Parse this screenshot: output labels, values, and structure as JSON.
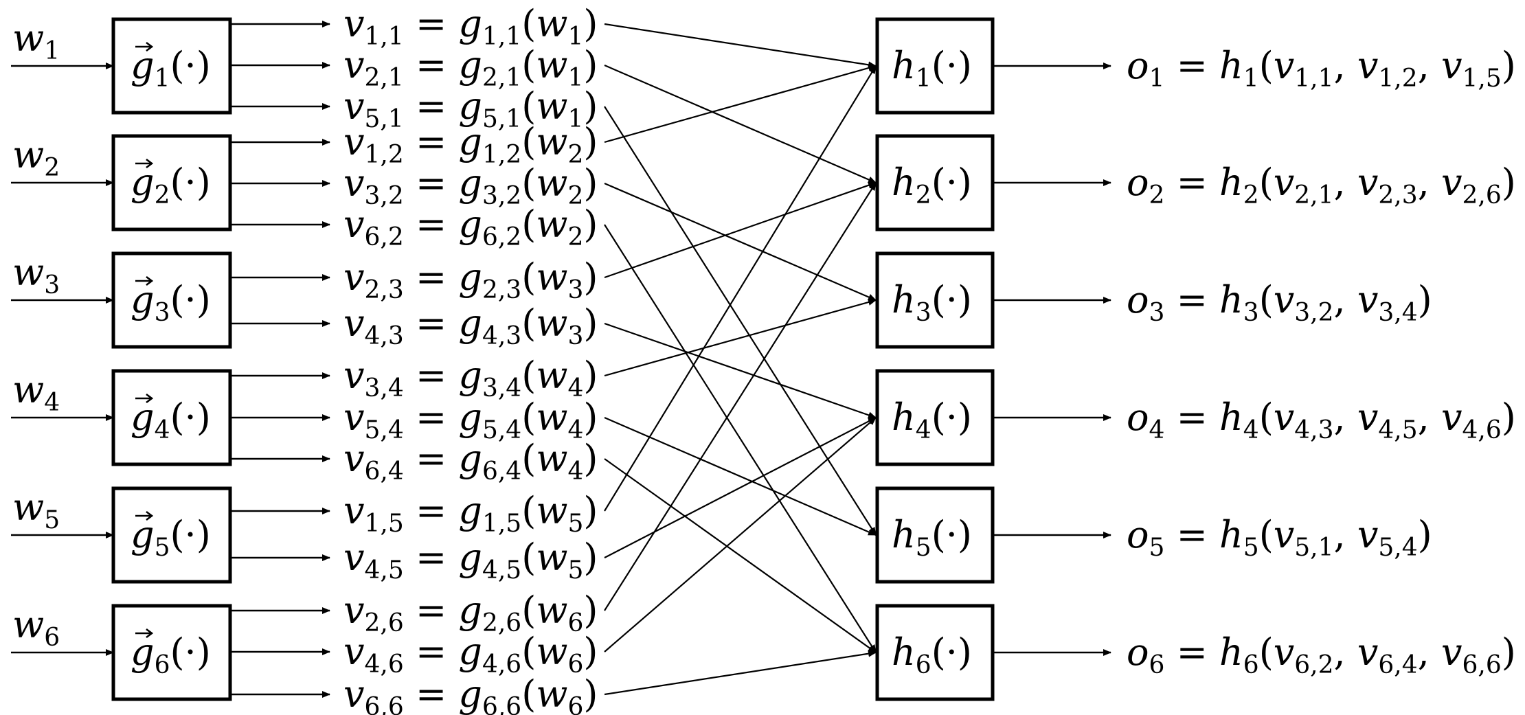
{
  "inputs": [
    {
      "sym": "w",
      "sub": "1"
    },
    {
      "sym": "w",
      "sub": "2"
    },
    {
      "sym": "w",
      "sub": "3"
    },
    {
      "sym": "w",
      "sub": "4"
    },
    {
      "sym": "w",
      "sub": "5"
    },
    {
      "sym": "w",
      "sub": "6"
    }
  ],
  "g_boxes": [
    {
      "sym": "g",
      "sub": "1",
      "arg": "(·)"
    },
    {
      "sym": "g",
      "sub": "2",
      "arg": "(·)"
    },
    {
      "sym": "g",
      "sub": "3",
      "arg": "(·)"
    },
    {
      "sym": "g",
      "sub": "4",
      "arg": "(·)"
    },
    {
      "sym": "g",
      "sub": "5",
      "arg": "(·)"
    },
    {
      "sym": "g",
      "sub": "6",
      "arg": "(·)"
    }
  ],
  "messages": [
    {
      "v_sub": "1,1",
      "g_sub": "1,1",
      "w_sub": "1",
      "src": 0,
      "dst": 0
    },
    {
      "v_sub": "2,1",
      "g_sub": "2,1",
      "w_sub": "1",
      "src": 0,
      "dst": 1
    },
    {
      "v_sub": "5,1",
      "g_sub": "5,1",
      "w_sub": "1",
      "src": 0,
      "dst": 4
    },
    {
      "v_sub": "1,2",
      "g_sub": "1,2",
      "w_sub": "2",
      "src": 1,
      "dst": 0
    },
    {
      "v_sub": "3,2",
      "g_sub": "3,2",
      "w_sub": "2",
      "src": 1,
      "dst": 2
    },
    {
      "v_sub": "6,2",
      "g_sub": "6,2",
      "w_sub": "2",
      "src": 1,
      "dst": 5
    },
    {
      "v_sub": "2,3",
      "g_sub": "2,3",
      "w_sub": "3",
      "src": 2,
      "dst": 1
    },
    {
      "v_sub": "4,3",
      "g_sub": "4,3",
      "w_sub": "3",
      "src": 2,
      "dst": 3
    },
    {
      "v_sub": "3,4",
      "g_sub": "3,4",
      "w_sub": "4",
      "src": 3,
      "dst": 2
    },
    {
      "v_sub": "5,4",
      "g_sub": "5,4",
      "w_sub": "4",
      "src": 3,
      "dst": 4
    },
    {
      "v_sub": "6,4",
      "g_sub": "6,4",
      "w_sub": "4",
      "src": 3,
      "dst": 5
    },
    {
      "v_sub": "1,5",
      "g_sub": "1,5",
      "w_sub": "5",
      "src": 4,
      "dst": 0
    },
    {
      "v_sub": "4,5",
      "g_sub": "4,5",
      "w_sub": "5",
      "src": 4,
      "dst": 3
    },
    {
      "v_sub": "2,6",
      "g_sub": "2,6",
      "w_sub": "6",
      "src": 5,
      "dst": 1
    },
    {
      "v_sub": "4,6",
      "g_sub": "4,6",
      "w_sub": "6",
      "src": 5,
      "dst": 3
    },
    {
      "v_sub": "6,6",
      "g_sub": "6,6",
      "w_sub": "6",
      "src": 5,
      "dst": 5
    }
  ],
  "h_boxes": [
    {
      "sym": "h",
      "sub": "1",
      "arg": "(·)"
    },
    {
      "sym": "h",
      "sub": "2",
      "arg": "(·)"
    },
    {
      "sym": "h",
      "sub": "3",
      "arg": "(·)"
    },
    {
      "sym": "h",
      "sub": "4",
      "arg": "(·)"
    },
    {
      "sym": "h",
      "sub": "5",
      "arg": "(·)"
    },
    {
      "sym": "h",
      "sub": "6",
      "arg": "(·)"
    }
  ],
  "outputs": [
    {
      "o_sub": "1",
      "h_sub": "1",
      "args": [
        "1,1",
        "1,2",
        "1,5"
      ]
    },
    {
      "o_sub": "2",
      "h_sub": "2",
      "args": [
        "2,1",
        "2,3",
        "2,6"
      ]
    },
    {
      "o_sub": "3",
      "h_sub": "3",
      "args": [
        "3,2",
        "3,4"
      ]
    },
    {
      "o_sub": "4",
      "h_sub": "4",
      "args": [
        "4,3",
        "4,5",
        "4,6"
      ]
    },
    {
      "o_sub": "5",
      "h_sub": "5",
      "args": [
        "5,1",
        "5,4"
      ]
    },
    {
      "o_sub": "6",
      "h_sub": "6",
      "args": [
        "6,2",
        "6,4",
        "6,6"
      ]
    }
  ]
}
